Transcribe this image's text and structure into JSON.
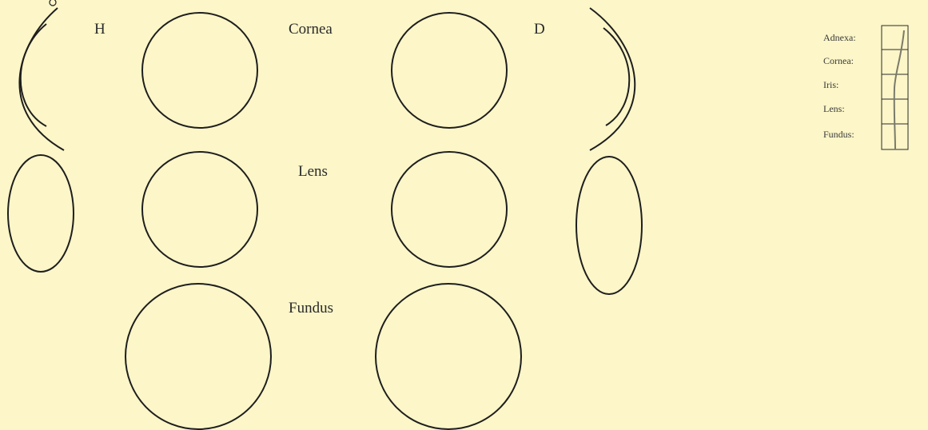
{
  "labels": {
    "left_eye": "H",
    "right_eye": "D",
    "cornea": "Cornea",
    "lens": "Lens",
    "fundus": "Fundus"
  },
  "legend": {
    "items": [
      "Adnexa:",
      "Cornea:",
      "Iris:",
      "Lens:",
      "Fundus:"
    ]
  },
  "colors": {
    "background": "#fcf6c8",
    "ink": "#1e1e1e"
  }
}
